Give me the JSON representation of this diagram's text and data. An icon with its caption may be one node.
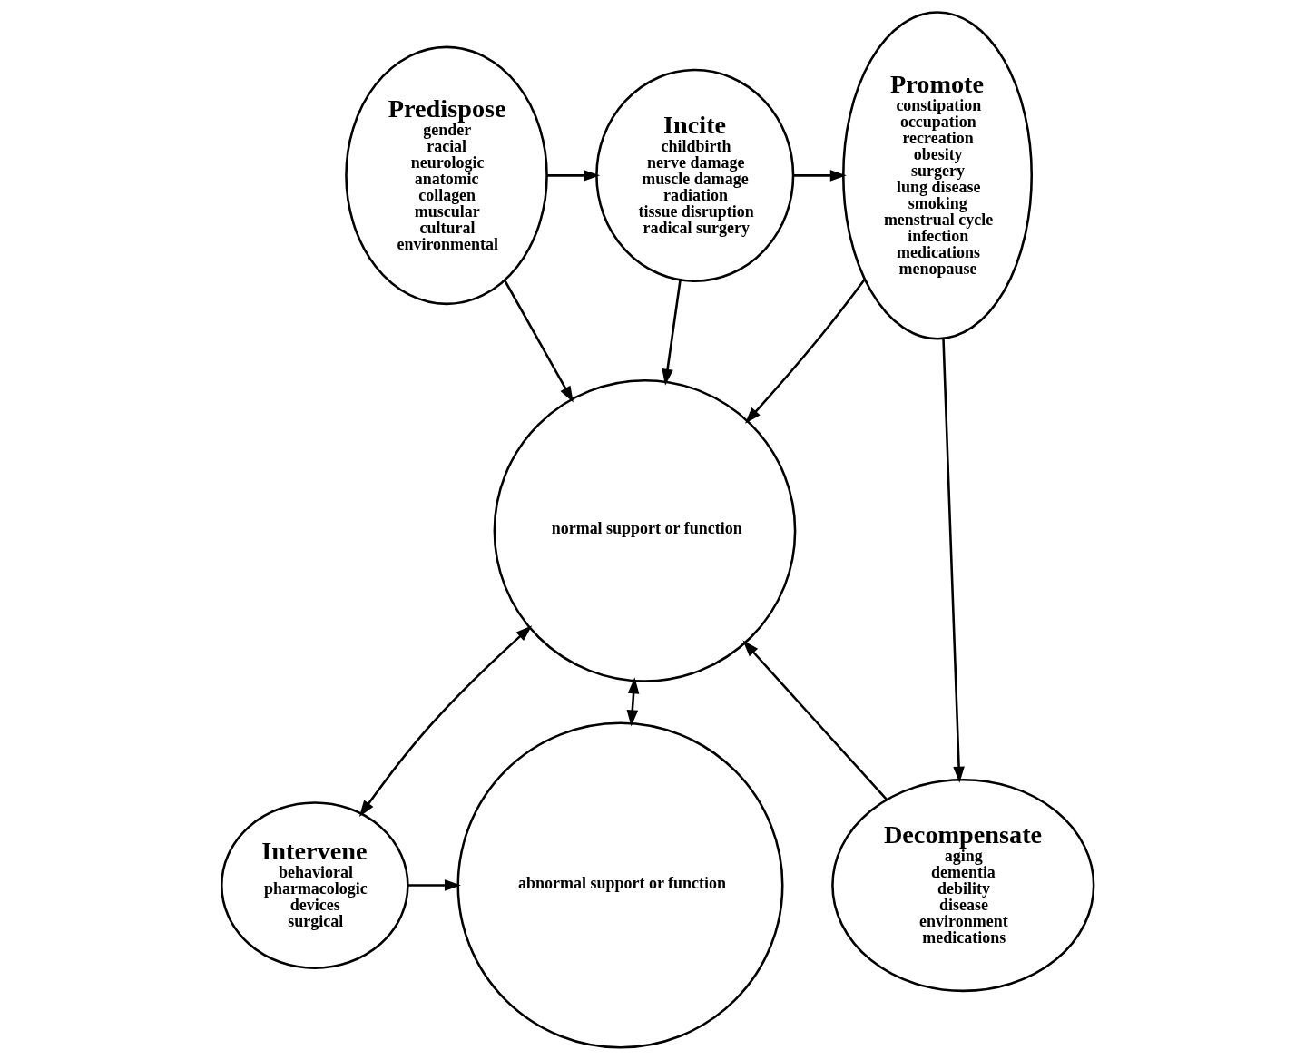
{
  "diagram": {
    "nodes": [
      {
        "text": [
          "Predispose",
          "gender",
          "racial",
          "neurologic",
          "anatomic",
          "collagen",
          "muscular",
          "cultural",
          "environmental"
        ]
      },
      {
        "text": [
          "Incite",
          "childbirth",
          "nerve damage",
          "muscle damage",
          "radiation",
          "tissue disruption",
          "radical surgery"
        ]
      },
      {
        "text": [
          "Promote",
          "constipation",
          "occupation",
          "recreation",
          "obesity",
          "surgery",
          "lung disease",
          "smoking",
          "menstrual cycle",
          "infection",
          "medications",
          "menopause"
        ]
      },
      {
        "text": [
          "normal support or function"
        ]
      },
      {
        "text": [
          "abnormal support or function"
        ]
      },
      {
        "text": [
          "Intervene",
          "behavioral",
          "pharmacologic",
          "devices",
          "surgical"
        ]
      },
      {
        "text": [
          "Decompensate",
          "aging",
          "dementia",
          "debility",
          "disease",
          "environment",
          "medications"
        ]
      }
    ],
    "edges": [
      {
        "from": 0,
        "to": 1,
        "arrow": "to"
      },
      {
        "from": 1,
        "to": 2,
        "arrow": "to"
      },
      {
        "from": 0,
        "to": 3,
        "arrow": "to"
      },
      {
        "from": 1,
        "to": 3,
        "arrow": "to"
      },
      {
        "from": 2,
        "to": 3,
        "arrow": "to"
      },
      {
        "from": 2,
        "to": 6,
        "arrow": "to"
      },
      {
        "from": 6,
        "to": 3,
        "arrow": "to"
      },
      {
        "from": 3,
        "to": 5,
        "arrow": "both"
      },
      {
        "from": 3,
        "to": 4,
        "arrow": "both"
      },
      {
        "from": 5,
        "to": 4,
        "arrow": "to"
      }
    ]
  }
}
